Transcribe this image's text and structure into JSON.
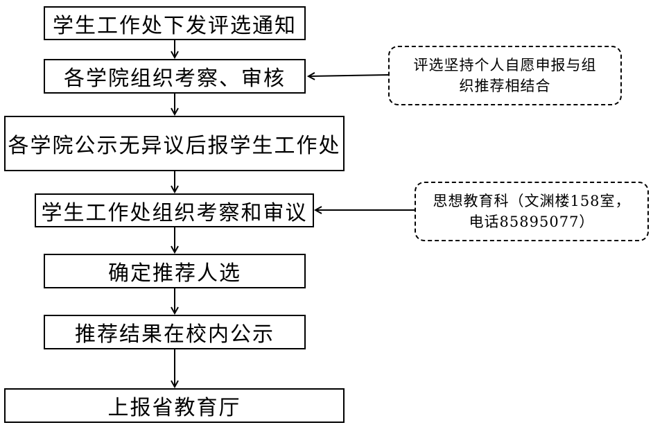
{
  "flow": {
    "step1": "学生工作处下发评选通知",
    "step2": "各学院组织考察、审核",
    "step3": "各学院公示无异议后报学生工作处",
    "step4": "学生工作处组织考察和审议",
    "step5": "确定推荐人选",
    "step6": "推荐结果在校内公示",
    "step7": "上报省教育厅"
  },
  "notes": {
    "note1": {
      "line1": "评选坚持个人自愿申报与组",
      "line2": "织推荐相结合"
    },
    "note2": {
      "line1": "思想教育科（文渊楼158室，",
      "line2": "电话85895077）"
    }
  }
}
